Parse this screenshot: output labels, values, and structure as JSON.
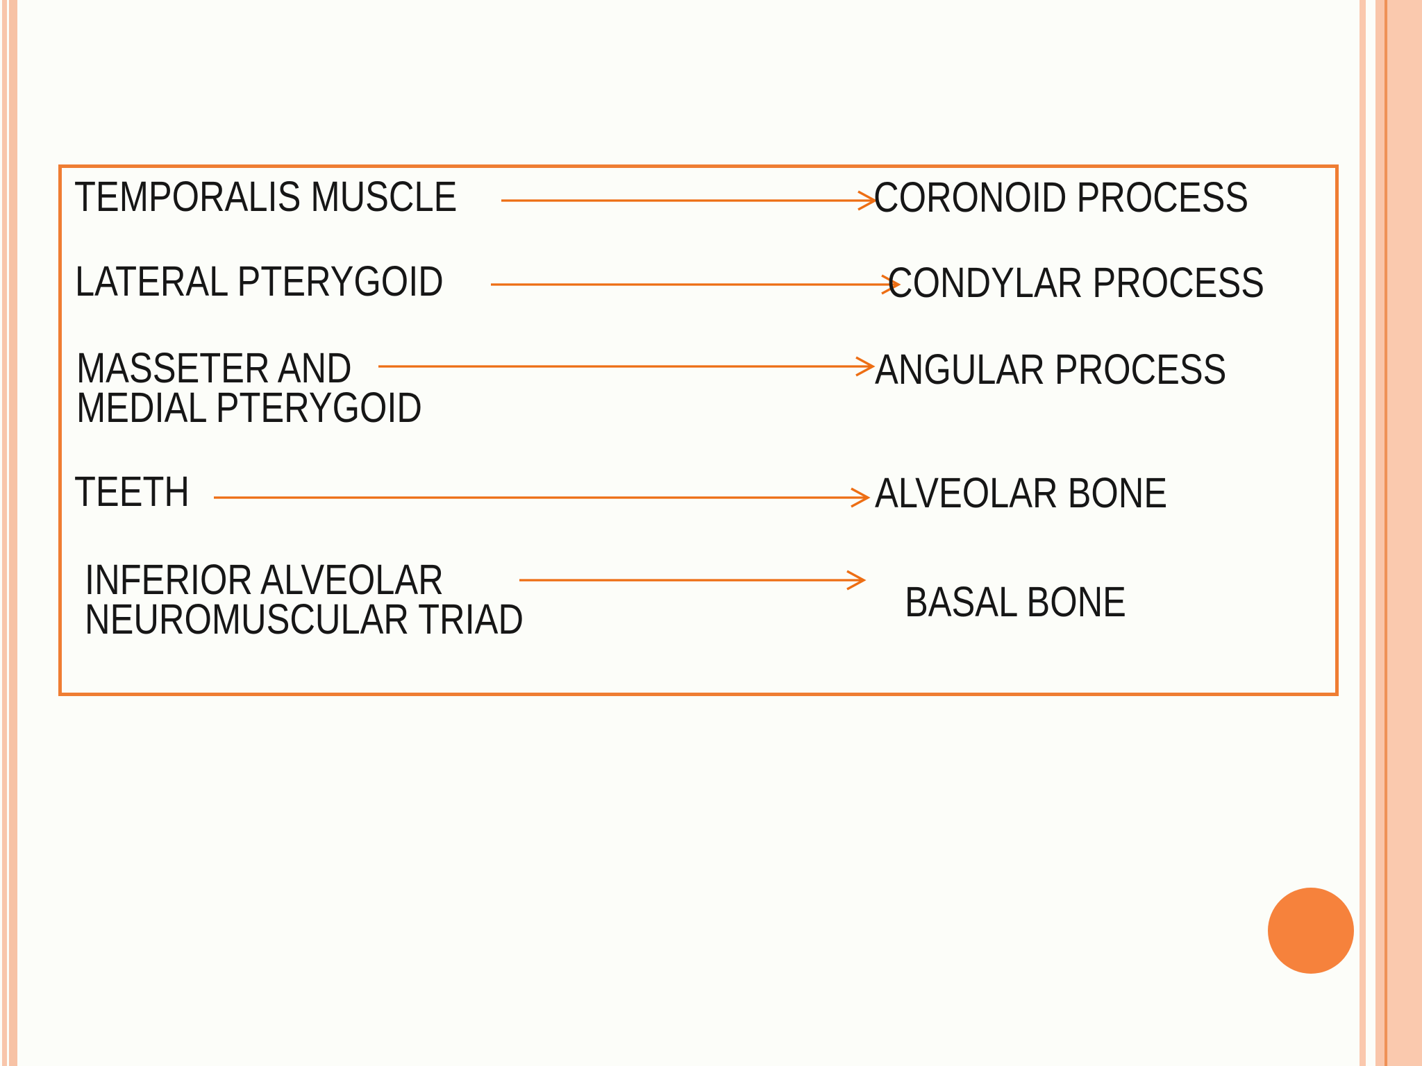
{
  "slide": {
    "type": "presentation-slide",
    "colors": {
      "background": "#FCFDF9",
      "box_border": "#EF7D33",
      "arrow": "#ED6E14",
      "circle": "#F6823C",
      "side_stripes": "#F8C5A9",
      "text": "#161616"
    }
  },
  "relations": {
    "rows": [
      {
        "left": "TEMPORALIS MUSCLE",
        "right": "CORONOID PROCESS"
      },
      {
        "left": "LATERAL PTERYGOID",
        "right": "CONDYLAR PROCESS"
      },
      {
        "left_line1": "MASSETER AND",
        "left_line2": "MEDIAL PTERYGOID",
        "right": "ANGULAR PROCESS"
      },
      {
        "left": "TEETH",
        "right": "ALVEOLAR BONE"
      },
      {
        "left_line1": "INFERIOR ALVEOLAR",
        "left_line2": "NEUROMUSCULAR TRIAD",
        "right": "BASAL BONE"
      }
    ]
  }
}
